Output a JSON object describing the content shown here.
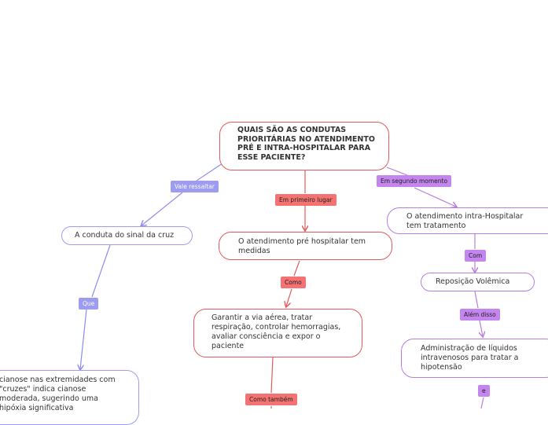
{
  "colors": {
    "red": "#e35a5a",
    "purple": "#b67ee0",
    "lavender": "#8e8cf0"
  },
  "root": {
    "text": "QUAIS SÃO AS CONDUTAS\nPRIORITÁRIAS NO ATENDIMENTO\nPRÉ E INTRA-HOSPITALAR PARA\nESSE PACIENTE?"
  },
  "left": {
    "label1": "Vale ressaltar",
    "node1": "A conduta do sinal da cruz",
    "label2": "Que",
    "node2": "cianose nas extremidades com\n\"cruzes\" indica cianose\nmoderada, sugerindo uma\nhipóxia significativa"
  },
  "center": {
    "label1": "Em primeiro lugar",
    "node1": "O atendimento pré hospitalar tem\nmedidas",
    "label2": "Como",
    "node2": "Garantir a via aérea, tratar\nrespiração, controlar hemorragias,\navaliar consciência e expor o\npaciente",
    "label3": "Como também"
  },
  "right": {
    "label1": "Em segundo momento",
    "node1": "O atendimento intra-Hospitalar\ntem tratamento",
    "label2": "Com",
    "node2": "Reposição Volêmica",
    "label3": "Além disso",
    "node3": "Administração de líquidos\nintravenosos para tratar a\nhipotensão",
    "label4": "e"
  }
}
